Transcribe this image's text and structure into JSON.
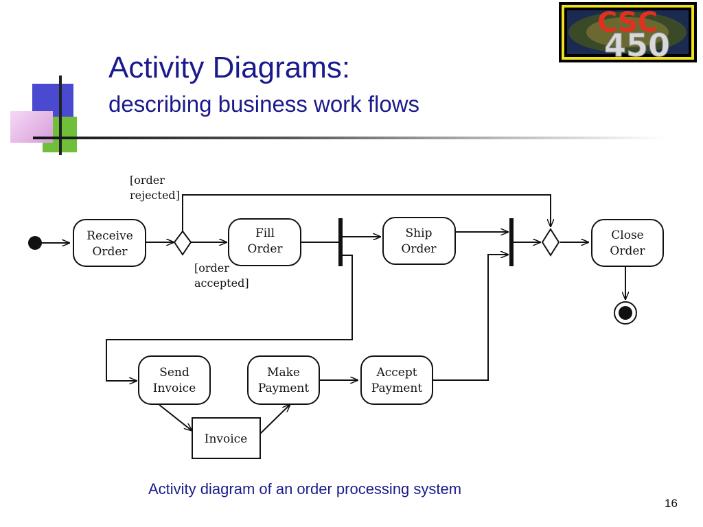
{
  "slide": {
    "title": "Activity Diagrams:",
    "subtitle": "describing business work flows",
    "caption": "Activity diagram of an order processing system",
    "page_number": "16"
  },
  "logo": {
    "line1": "CSC",
    "line2": "450"
  },
  "diagram": {
    "activities": {
      "receive_order": [
        "Receive",
        "Order"
      ],
      "fill_order": [
        "Fill",
        "Order"
      ],
      "ship_order": [
        "Ship",
        "Order"
      ],
      "close_order": [
        "Close",
        "Order"
      ],
      "send_invoice": [
        "Send",
        "Invoice"
      ],
      "make_payment": [
        "Make",
        "Payment"
      ],
      "accept_payment": [
        "Accept",
        "Payment"
      ]
    },
    "object": "Invoice",
    "guards": {
      "rejected": [
        "[order",
        "rejected]"
      ],
      "accepted": [
        "[order",
        "accepted]"
      ]
    }
  },
  "colors": {
    "title": "#1a1a8c",
    "logo_text": "#e03020",
    "logo_text_gray": "#d8d8d8"
  }
}
